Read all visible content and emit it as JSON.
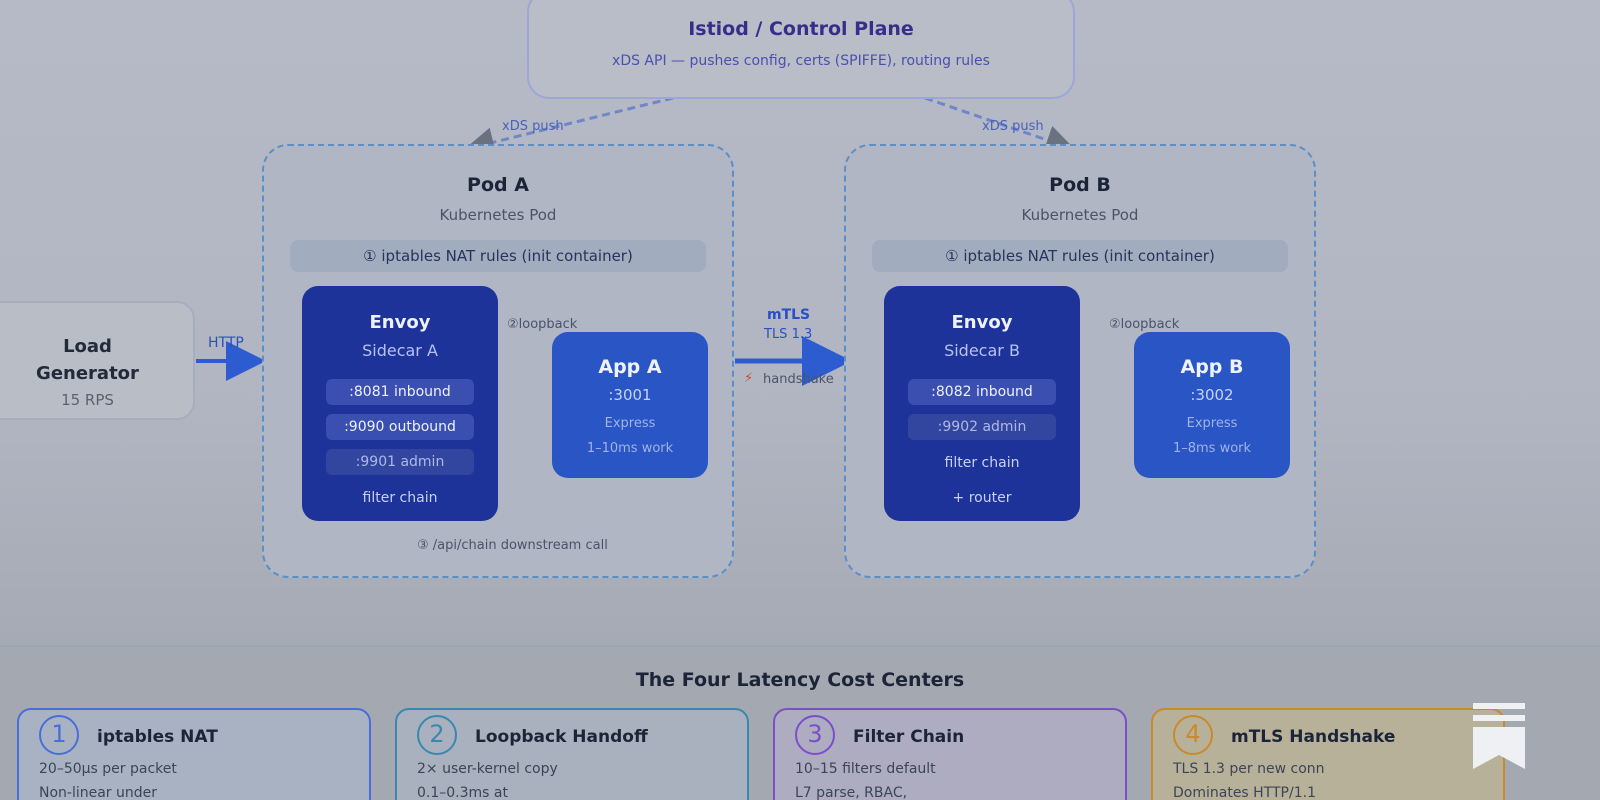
{
  "control_plane": {
    "title": "Istiod / Control Plane",
    "subtitle": "xDS API — pushes config, certs (SPIFFE), routing rules"
  },
  "edges": {
    "xds_push_a": "xDS push",
    "xds_push_b": "xDS push",
    "http": "HTTP",
    "loopback_a": "②loopback",
    "loopback_b": "②loopback",
    "mtls": "mTLS",
    "tls_version": "TLS 1.3",
    "handshake": "handshake",
    "downstream": "③ /api/chain downstream call"
  },
  "load_generator": {
    "title_line1": "Load",
    "title_line2": "Generator",
    "rps": "15 RPS"
  },
  "pods": [
    {
      "title": "Pod A",
      "subtitle": "Kubernetes Pod",
      "iptables": "① iptables NAT rules (init container)",
      "envoy": {
        "title": "Envoy",
        "subtitle": "Sidecar A",
        "ports": [
          ":8081 inbound",
          ":9090 outbound",
          ":9901 admin"
        ],
        "notes": [
          "filter chain"
        ]
      },
      "app": {
        "title": "App A",
        "port": ":3001",
        "framework": "Express",
        "work": "1–10ms work"
      }
    },
    {
      "title": "Pod B",
      "subtitle": "Kubernetes Pod",
      "iptables": "① iptables NAT rules (init container)",
      "envoy": {
        "title": "Envoy",
        "subtitle": "Sidecar B",
        "ports": [
          ":8082 inbound",
          ":9902 admin"
        ],
        "notes": [
          "filter chain",
          "+ router"
        ]
      },
      "app": {
        "title": "App B",
        "port": ":3002",
        "framework": "Express",
        "work": "1–8ms work"
      }
    }
  ],
  "cost_centers": {
    "title": "The Four Latency Cost Centers",
    "cards": [
      {
        "num": "1",
        "title": "iptables NAT",
        "line1": "20–50μs per packet",
        "line2": "Non-linear under",
        "color": "#4a6ed8",
        "bg": "#a9b2c2"
      },
      {
        "num": "2",
        "title": "Loopback Handoff",
        "line1": "2× user-kernel copy",
        "line2": "0.1–0.3ms at",
        "color": "#3a88b0",
        "bg": "#a8b1bd"
      },
      {
        "num": "3",
        "title": "Filter Chain",
        "line1": "10–15 filters default",
        "line2": "L7 parse, RBAC,",
        "color": "#7a4fc8",
        "bg": "#aeacc0"
      },
      {
        "num": "4",
        "title": "mTLS Handshake",
        "line1": "TLS 1.3 per new conn",
        "line2": "Dominates HTTP/1.1",
        "color": "#c98a2a",
        "bg": "#b8b19a"
      }
    ]
  },
  "brand_icon": "bookmark-stack-icon"
}
